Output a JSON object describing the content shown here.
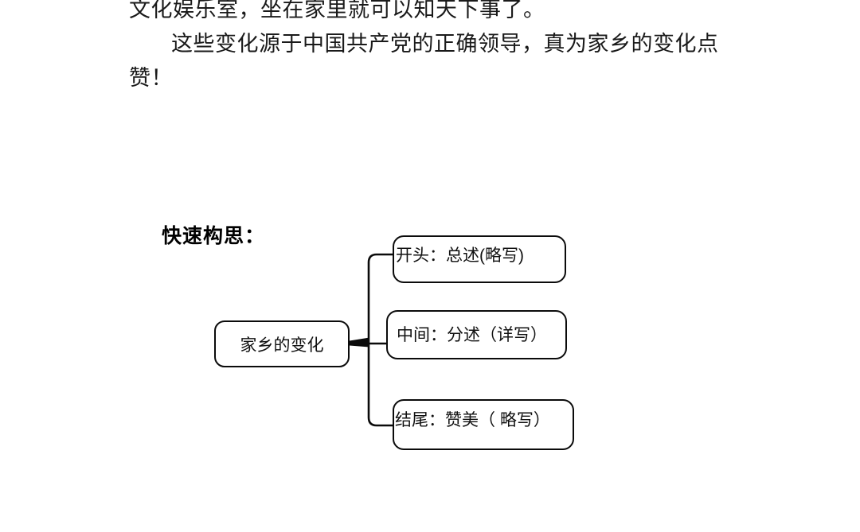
{
  "page": {
    "background": "#ffffff",
    "ink": "#111111"
  },
  "body_text": {
    "lines": [
      "文化娱乐室，坐在家里就可以知天下事了。",
      "这些变化源于中国共产党的正确领导，真为家乡的变化点",
      "赞！"
    ]
  },
  "section": {
    "title": "快速构思："
  },
  "diagram": {
    "type": "bracket-mindmap",
    "root": {
      "label": "家乡的变化"
    },
    "branches": [
      {
        "label": "开头：总述(略写)"
      },
      {
        "label": "中间：分述（详写）"
      },
      {
        "label": "结尾：赞美（ 略写）"
      }
    ],
    "stroke_color": "#0b0b0b"
  }
}
